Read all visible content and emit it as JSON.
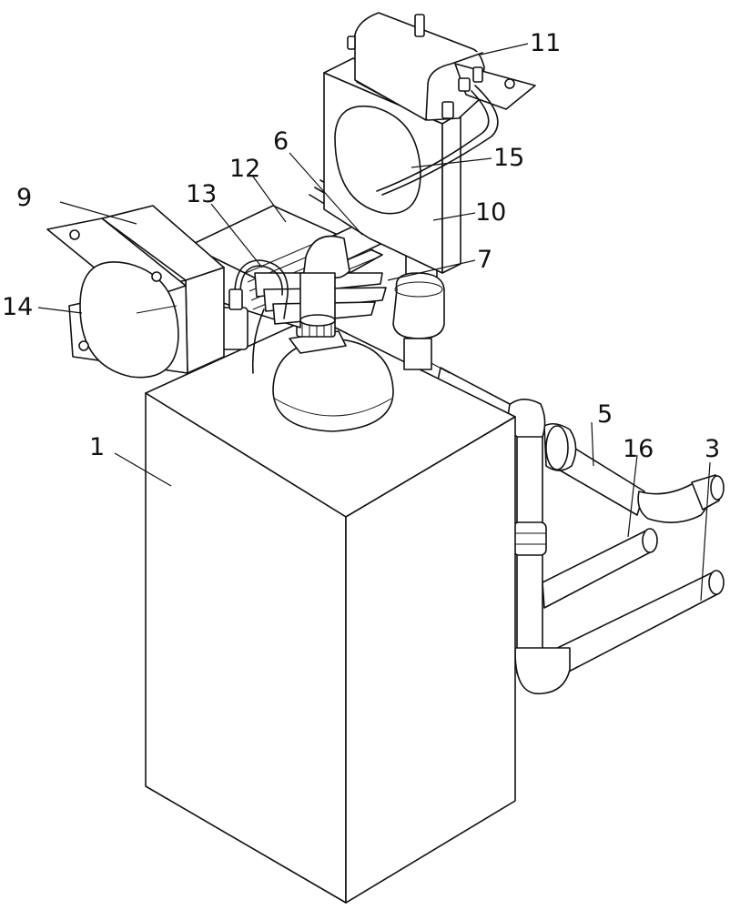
{
  "figure": {
    "labels": [
      {
        "id": "1",
        "text": "1"
      },
      {
        "id": "3",
        "text": "3"
      },
      {
        "id": "5",
        "text": "5"
      },
      {
        "id": "6",
        "text": "6"
      },
      {
        "id": "7",
        "text": "7"
      },
      {
        "id": "9",
        "text": "9"
      },
      {
        "id": "10",
        "text": "10"
      },
      {
        "id": "11",
        "text": "11"
      },
      {
        "id": "12",
        "text": "12"
      },
      {
        "id": "13",
        "text": "13"
      },
      {
        "id": "14",
        "text": "14"
      },
      {
        "id": "15",
        "text": "15"
      },
      {
        "id": "16",
        "text": "16"
      }
    ]
  }
}
